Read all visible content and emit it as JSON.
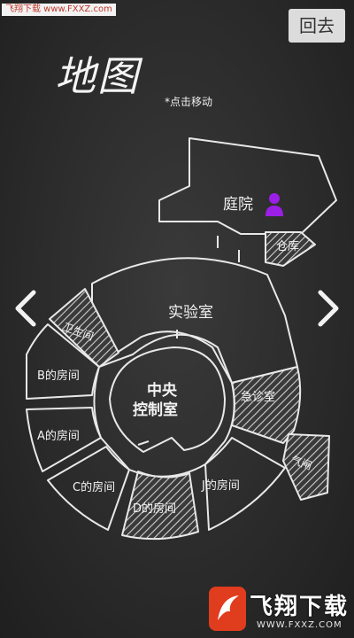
{
  "watermark": {
    "text": "飞翔下载 www.FXXZ.com"
  },
  "header": {
    "back_label": "回去",
    "title": "地图",
    "hint": "*点击移动"
  },
  "rooms": {
    "courtyard": "庭院",
    "storage": "仓库",
    "lab": "实验室",
    "bathroom": "卫生间",
    "room_b": "B的房间",
    "room_a": "A的房间",
    "room_c": "C的房间",
    "room_d": "D的房间",
    "room_j": "J的房间",
    "emergency": "急诊室",
    "airlock": "气闸",
    "control_line1": "中央",
    "control_line2": "控制室"
  },
  "logo": {
    "name": "飞翔下载",
    "url": "WWW.FXXZ.COM"
  },
  "colors": {
    "player": "#9b1fe6",
    "stroke": "#e8e8e8",
    "hatch": "#cfcfcf"
  }
}
